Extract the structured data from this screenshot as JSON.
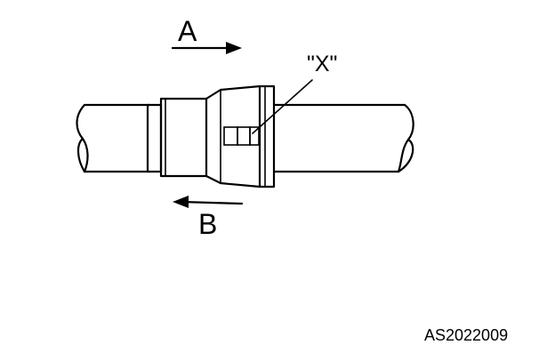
{
  "labels": {
    "arrow_a": "A",
    "arrow_b": "B",
    "callout_x": "\"X\"",
    "figure_code": "AS2022009"
  },
  "colors": {
    "ink": "#000000",
    "background": "#ffffff"
  }
}
